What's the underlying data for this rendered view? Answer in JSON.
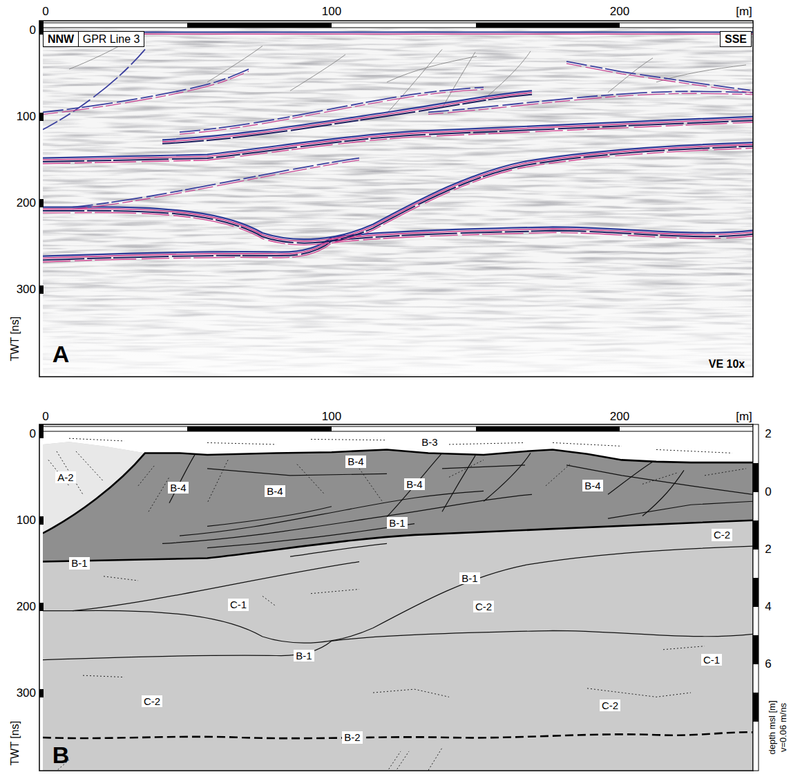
{
  "diagram": {
    "nodes": [
      {
        "text": [
          "NNW"
        ]
      },
      {
        "text": [
          "GPR Line 3"
        ]
      },
      {
        "text": [
          "SSE"
        ]
      }
    ],
    "labels": [
      "0",
      "100",
      "200",
      "[m]",
      "0",
      "100",
      "200",
      "300",
      "TWT [ns]",
      "A",
      "VE 10x",
      "0",
      "100",
      "200",
      "[m]",
      "A-2",
      "B-3",
      "B-4",
      "B-4",
      "B-4",
      "B-4",
      "B-4",
      "B-1",
      "C-2",
      "B-1",
      "B-1",
      "C-1",
      "C-2",
      "C-1",
      "B-1",
      "C-2",
      "C-2",
      "B-2",
      "0",
      "100",
      "200",
      "300",
      "TWT [ns]",
      "B",
      "2",
      "0",
      "2",
      "4",
      "6",
      "depth msl [m]",
      "v=0.06 m/ns"
    ]
  }
}
